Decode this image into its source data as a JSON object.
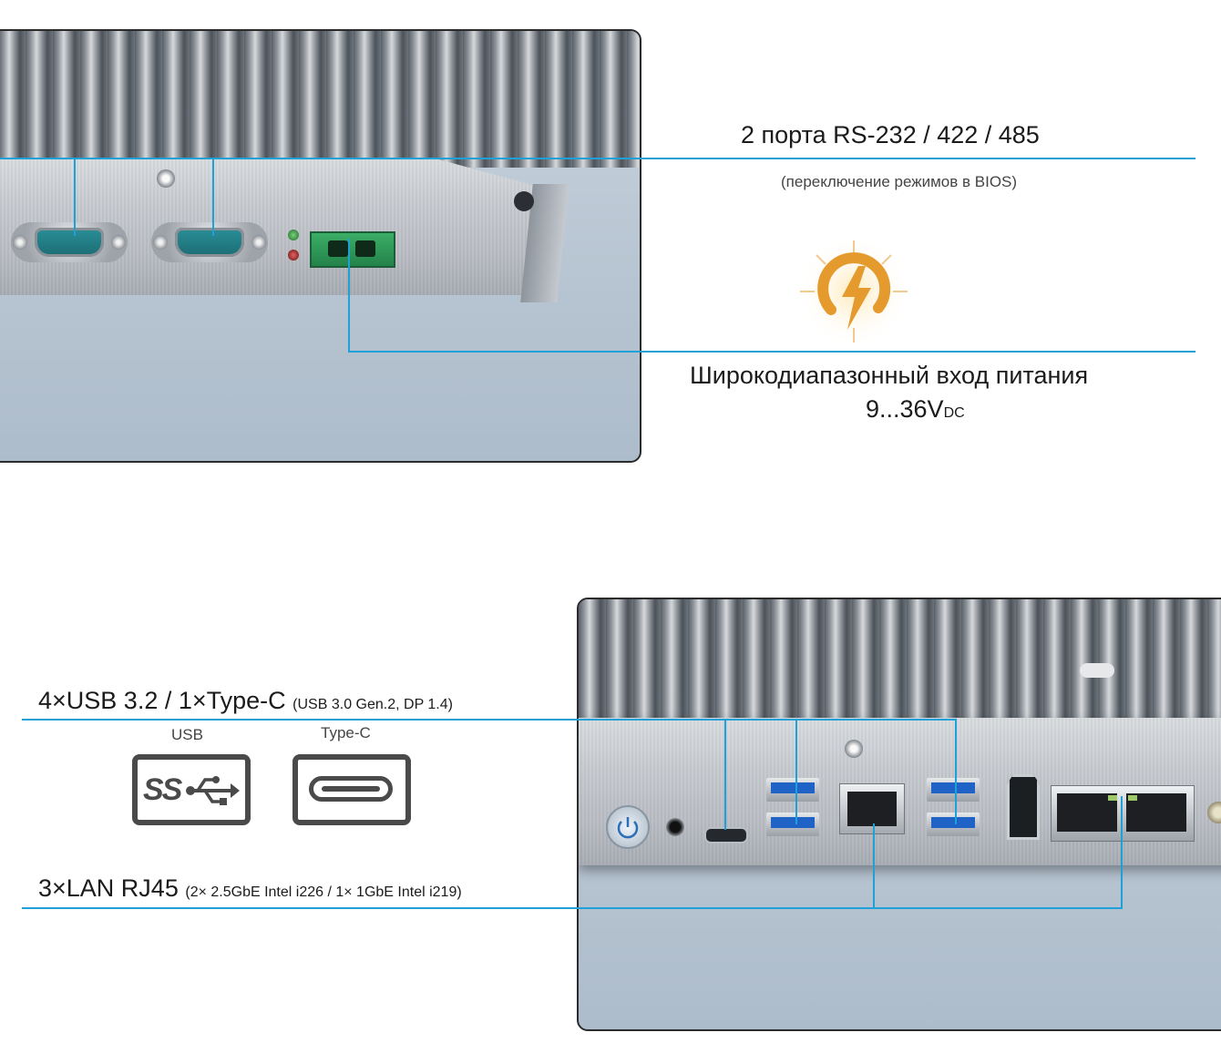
{
  "top_section": {
    "serial_ports_title": "2 порта RS-232 / 422 / 485",
    "serial_ports_note": "(переключение режимов в BIOS)",
    "power_title": "Широкодиапазонный вход питания",
    "power_value": "9...36V",
    "power_unit": "DC"
  },
  "bottom_section": {
    "usb_title": "4×USB 3.2 / 1×Type-C",
    "usb_note": "(USB 3.0 Gen.2, DP 1.4)",
    "usb_icon_label": "USB",
    "usb_icon_text": "SS",
    "typec_icon_label": "Type-C",
    "lan_title": "3×LAN RJ45",
    "lan_note": "(2× 2.5GbE Intel i226 / 1× 1GbE Intel i219)"
  },
  "icons": {
    "power_icon": "lightning-sun-icon",
    "usb_icon": "usb-superspeed-icon",
    "typec_icon": "type-c-port-icon"
  },
  "colors": {
    "callout_line": "#1fa0d6",
    "power_icon": "#e59a2e",
    "usb_blue": "#1f63c7",
    "terminal_green": "#2e9a58"
  }
}
